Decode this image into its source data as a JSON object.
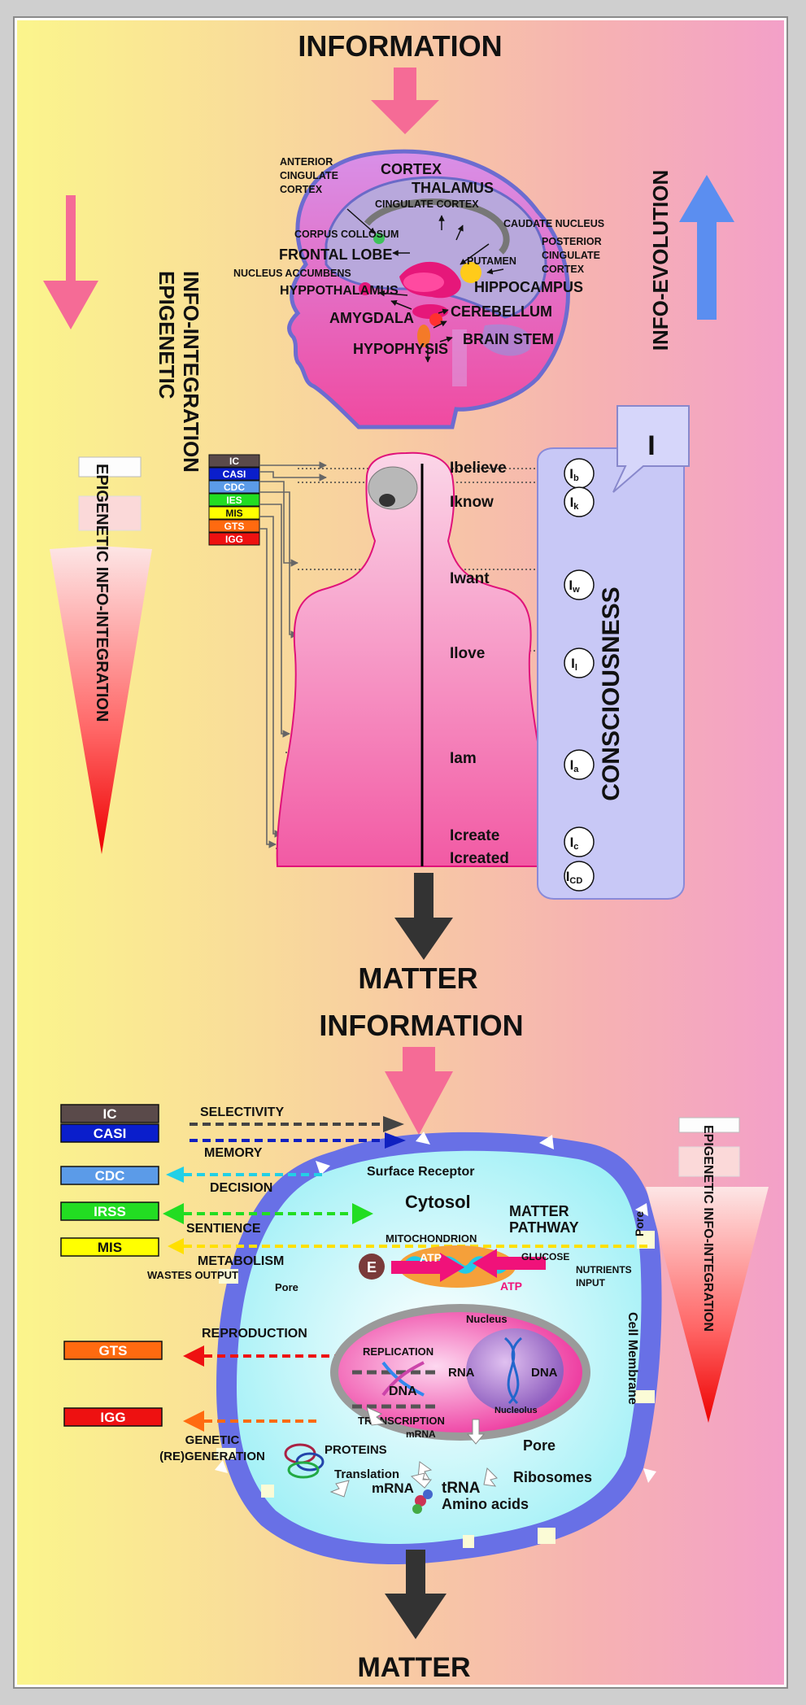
{
  "top": {
    "heading": "INFORMATION",
    "left_vertical": "EPIGENETIC\nINFO-INTEGRATION",
    "right_vertical": "INFO-EVOLUTION",
    "brain_labels": {
      "anterior": "ANTERIOR\nCINGULATE\nCORTEX",
      "cortex": "CORTEX",
      "thalamus": "THALAMUS",
      "cingulate": "CINGULATE CORTEX",
      "caudate": "CAUDATE NUCLEUS",
      "corpus": "CORPUS COLLOSUM",
      "posterior": "POSTERIOR\nCINGULATE\nCORTEX",
      "frontal": "FRONTAL LOBE",
      "putamen": "PUTAMEN",
      "accumbens": "NUCLEUS ACCUMBENS",
      "hypothalamus": "HYPPOTHALAMUS",
      "hippocampus": "HIPPOCAMPUS",
      "amygdala": "AMYGDALA",
      "cerebellum": "CEREBELLUM",
      "brainstem": "BRAIN STEM",
      "hypophysis": "HYPOPHYSIS"
    }
  },
  "middle": {
    "legend": [
      {
        "label": "IC",
        "color": "#5a4a4a"
      },
      {
        "label": "CASI",
        "color": "#0a1ecc"
      },
      {
        "label": "CDC",
        "color": "#5b9be8"
      },
      {
        "label": "IES",
        "color": "#22dd22"
      },
      {
        "label": "MIS",
        "color": "#ffff00"
      },
      {
        "label": "GTS",
        "color": "#ff6a10"
      },
      {
        "label": "IGG",
        "color": "#ee1111"
      }
    ],
    "vertical": "EPIGENETIC INFO-INTEGRATION",
    "statements": [
      "Ibelieve",
      "Iknow",
      "Iwant",
      "Ilove",
      "Iam",
      "Icreate",
      "Icreated"
    ],
    "symbols": [
      {
        "main": "I",
        "sub": "b"
      },
      {
        "main": "I",
        "sub": "k"
      },
      {
        "main": "I",
        "sub": "w"
      },
      {
        "main": "I",
        "sub": "l"
      },
      {
        "main": "I",
        "sub": "a"
      },
      {
        "main": "I",
        "sub": "c"
      },
      {
        "main": "I",
        "sub": "CD"
      }
    ],
    "bubble": "I",
    "consciousness": "CONSCIOUSNESS",
    "bottom": "MATTER"
  },
  "cell": {
    "heading": "INFORMATION",
    "legend": [
      {
        "label": "IC",
        "color": "#5a4a4a"
      },
      {
        "label": "CASI",
        "color": "#0a1ecc"
      },
      {
        "label": "CDC",
        "color": "#5b9be8"
      },
      {
        "label": "IRSS",
        "color": "#22dd22"
      },
      {
        "label": "MIS",
        "color": "#ffff00"
      },
      {
        "label": "GTS",
        "color": "#ff6a10"
      },
      {
        "label": "IGG",
        "color": "#ee1111"
      }
    ],
    "functions": {
      "selectivity": "SELECTIVITY",
      "memory": "MEMORY",
      "decision": "DECISION",
      "sentience": "SENTIENCE",
      "metabolism": "METABOLISM",
      "wastes": "WASTES OUTPUT",
      "reproduction": "REPRODUCTION",
      "genetic": "GENETIC\n(RE)GENERATION"
    },
    "parts": {
      "surface_receptor": "Surface Receptor",
      "cytosol": "Cytosol",
      "matter_pathway": "MATTER\nPATHWAY",
      "pore_right": "Pore",
      "mitochondrion": "MITOCHONDRION",
      "glucose": "GLUCOSE",
      "nutrients": "NUTRIENTS\nINPUT",
      "atp_top": "ATP",
      "atp_bottom": "ATP",
      "e": "E",
      "pore_left": "Pore",
      "cell_membrane": "Cell Membrane",
      "nucleus": "Nucleus",
      "replication": "REPLICATION",
      "dna_left": "DNA",
      "rna": "RNA",
      "dna_right": "DNA",
      "nucleolus": "Nucleolus",
      "transcription": "TRANSCRIPTION",
      "mrna_n": "mRNA",
      "pore_bottom": "Pore",
      "proteins": "PROTEINS",
      "translation": "Translation",
      "mrna": "mRNA",
      "trna": "tRNA",
      "ribosomes": "Ribosomes",
      "amino": "Amino acids"
    },
    "right_vertical": "EPIGENETIC INFO-INTEGRATION",
    "bottom": "MATTER"
  }
}
